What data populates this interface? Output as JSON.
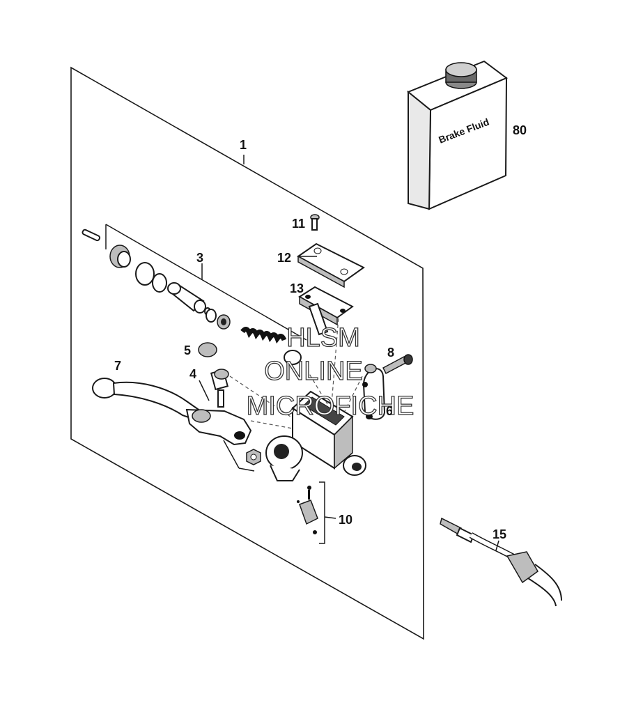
{
  "callouts": {
    "p1": "1",
    "p3": "3",
    "p4": "4",
    "p5": "5",
    "p6": "6",
    "p7": "7",
    "p8": "8",
    "p10": "10",
    "p11": "11",
    "p12": "12",
    "p13": "13",
    "p15": "15",
    "p80": "80"
  },
  "fluid_label": "Brake Fluid",
  "watermark": {
    "line1": "HLSM",
    "line2": "ONLINE",
    "line3": "MICROFICHE"
  }
}
